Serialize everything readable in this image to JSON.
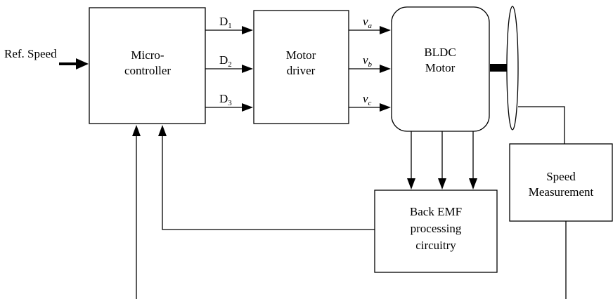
{
  "input": {
    "label": "Ref. Speed"
  },
  "microcontroller": {
    "line1": "Micro-",
    "line2": "controller"
  },
  "motor_driver": {
    "line1": "Motor",
    "line2": "driver"
  },
  "motor": {
    "line1": "BLDC",
    "line2": "Motor"
  },
  "back_emf": {
    "line1": "Back EMF",
    "line2": "processing",
    "line3": "circuitry"
  },
  "speed_measurement": {
    "line1": "Speed",
    "line2": "Measurement"
  },
  "signals": {
    "d": [
      {
        "base": "D",
        "sub": "1"
      },
      {
        "base": "D",
        "sub": "2"
      },
      {
        "base": "D",
        "sub": "3"
      }
    ],
    "v": [
      {
        "base": "v",
        "sub": "a"
      },
      {
        "base": "v",
        "sub": "b"
      },
      {
        "base": "v",
        "sub": "c"
      }
    ]
  }
}
